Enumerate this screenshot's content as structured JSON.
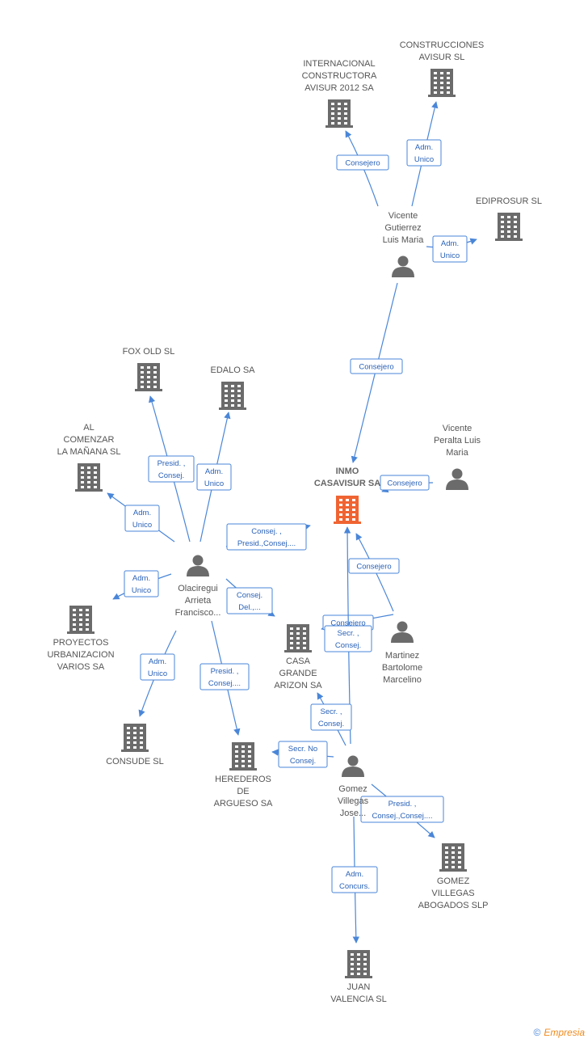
{
  "colors": {
    "edge": "#4a86d8",
    "company": "#6b6b6b",
    "center_company": "#f06432",
    "person": "#6b6b6b"
  },
  "nodes": [
    {
      "id": "internacional",
      "type": "company",
      "label": [
        "INTERNACIONAL",
        "CONSTRUCTORA",
        "AVISUR 2012 SA"
      ]
    },
    {
      "id": "construcciones",
      "type": "company",
      "label": [
        "CONSTRUCCIONES",
        "AVISUR SL"
      ]
    },
    {
      "id": "ediprosur",
      "type": "company",
      "label": [
        "EDIPROSUR SL"
      ]
    },
    {
      "id": "vicente_gutierrez",
      "type": "person",
      "label": [
        "Vicente",
        "Gutierrez",
        "Luis Maria"
      ]
    },
    {
      "id": "fox_old",
      "type": "company",
      "label": [
        "FOX OLD SL"
      ]
    },
    {
      "id": "edalo",
      "type": "company",
      "label": [
        "EDALO SA"
      ]
    },
    {
      "id": "al_comenzar",
      "type": "company",
      "label": [
        "AL",
        "COMENZAR",
        "LA MAÑANA SL"
      ]
    },
    {
      "id": "inmo",
      "type": "company",
      "center": true,
      "label": [
        "INMO",
        "CASAVISUR SA"
      ]
    },
    {
      "id": "vicente_peralta",
      "type": "person",
      "label": [
        "Vicente",
        "Peralta Luis",
        "Maria"
      ]
    },
    {
      "id": "olaciregui",
      "type": "person",
      "label": [
        "Olaciregui",
        "Arrieta",
        "Francisco..."
      ]
    },
    {
      "id": "proyectos",
      "type": "company",
      "label": [
        "PROYECTOS",
        "URBANIZACION",
        "VARIOS SA"
      ]
    },
    {
      "id": "casa_grande",
      "type": "company",
      "label": [
        "CASA",
        "GRANDE",
        "ARIZON SA"
      ]
    },
    {
      "id": "martinez",
      "type": "person",
      "label": [
        "Martinez",
        "Bartolome",
        "Marcelino"
      ]
    },
    {
      "id": "consude",
      "type": "company",
      "label": [
        "CONSUDE SL"
      ]
    },
    {
      "id": "herederos",
      "type": "company",
      "label": [
        "HEREDEROS",
        "DE",
        "ARGUESO SA"
      ]
    },
    {
      "id": "gomez_villegas",
      "type": "person",
      "label": [
        "Gomez",
        "Villegas",
        "Jose..."
      ]
    },
    {
      "id": "gomez_abogados",
      "type": "company",
      "label": [
        "GOMEZ",
        "VILLEGAS",
        "ABOGADOS SLP"
      ]
    },
    {
      "id": "juan_valencia",
      "type": "company",
      "label": [
        "JUAN",
        "VALENCIA SL"
      ]
    }
  ],
  "edges": [
    {
      "from": "vicente_gutierrez",
      "to": "internacional",
      "label": [
        "Consejero"
      ]
    },
    {
      "from": "vicente_gutierrez",
      "to": "construcciones",
      "label": [
        "Adm.",
        "Unico"
      ]
    },
    {
      "from": "vicente_gutierrez",
      "to": "ediprosur",
      "label": [
        "Adm.",
        "Unico"
      ]
    },
    {
      "from": "vicente_gutierrez",
      "to": "inmo",
      "label": [
        "Consejero"
      ]
    },
    {
      "from": "vicente_peralta",
      "to": "inmo",
      "label": [
        "Consejero"
      ]
    },
    {
      "from": "olaciregui",
      "to": "fox_old",
      "label": [
        "Presid. ,",
        "Consej."
      ]
    },
    {
      "from": "olaciregui",
      "to": "edalo",
      "label": [
        "Adm.",
        "Unico"
      ]
    },
    {
      "from": "olaciregui",
      "to": "al_comenzar",
      "label": [
        "Adm.",
        "Unico"
      ]
    },
    {
      "from": "olaciregui",
      "to": "inmo",
      "label": [
        "Consej. ,",
        "Presid.,Consej...."
      ]
    },
    {
      "from": "olaciregui",
      "to": "proyectos",
      "label": [
        "Adm.",
        "Unico"
      ]
    },
    {
      "from": "olaciregui",
      "to": "casa_grande",
      "label": [
        "Consej.",
        "Del.,..."
      ]
    },
    {
      "from": "olaciregui",
      "to": "consude",
      "label": [
        "Adm.",
        "Unico"
      ]
    },
    {
      "from": "olaciregui",
      "to": "herederos",
      "label": [
        "Presid. ,",
        "Consej...."
      ]
    },
    {
      "from": "martinez",
      "to": "inmo",
      "label": [
        "Consejero"
      ]
    },
    {
      "from": "martinez",
      "to": "casa_grande",
      "label": [
        "Consejero"
      ]
    },
    {
      "from": "gomez_villegas",
      "to": "inmo",
      "label": [
        "Secr. ,",
        "Consej."
      ]
    },
    {
      "from": "gomez_villegas",
      "to": "casa_grande",
      "label": [
        "Secr. ,",
        "Consej."
      ]
    },
    {
      "from": "gomez_villegas",
      "to": "herederos",
      "label": [
        "Secr. No",
        "Consej."
      ]
    },
    {
      "from": "gomez_villegas",
      "to": "gomez_abogados",
      "label": [
        "Presid. ,",
        "Consej.,Consej...."
      ]
    },
    {
      "from": "gomez_villegas",
      "to": "juan_valencia",
      "label": [
        "Adm.",
        "Concurs."
      ]
    }
  ],
  "footer": {
    "copyright": "©",
    "brand": "Empresia"
  }
}
